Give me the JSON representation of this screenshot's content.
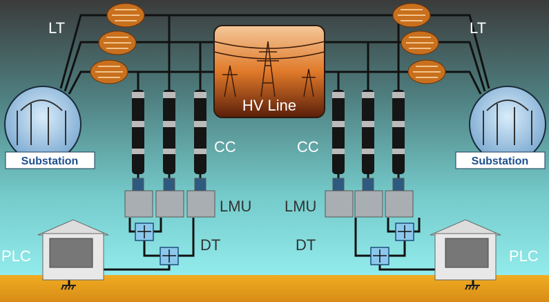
{
  "labels": {
    "lt_left": "LT",
    "lt_right": "LT",
    "hv_line": "HV Line",
    "cc_left": "CC",
    "cc_right": "CC",
    "lmu_left": "LMU",
    "lmu_right": "LMU",
    "dt_left": "DT",
    "dt_right": "DT",
    "plc_left": "PLC",
    "plc_right": "PLC",
    "substation_left": "Substation",
    "substation_right": "Substation"
  },
  "colors": {
    "ground": "#e9a21e",
    "coil": "#c8701e",
    "hv_box": "#e07a2a",
    "dt_box": "#8cc8ec",
    "substation_text": "#1d4f8f"
  }
}
